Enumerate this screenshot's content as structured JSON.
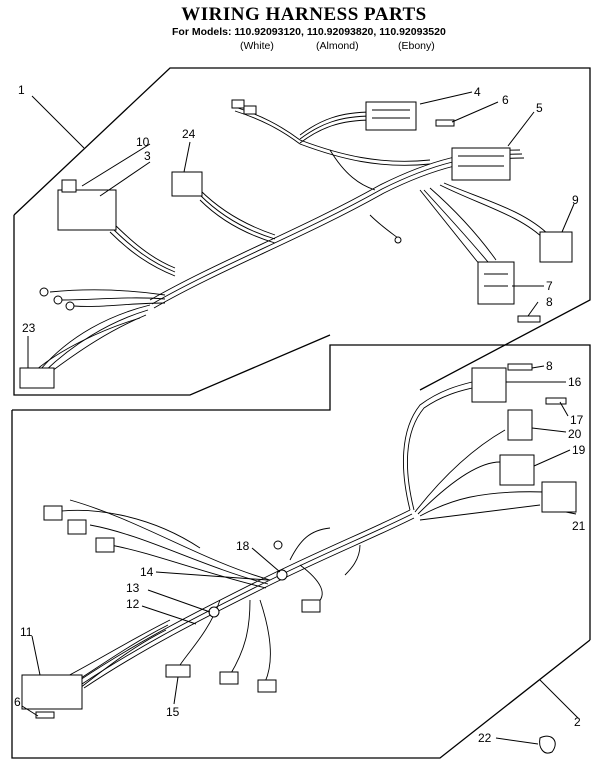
{
  "header": {
    "title": "WIRING HARNESS PARTS",
    "models": "For Models: 110.92093120, 110.92093820, 110.92093520",
    "finishes": [
      "(White)",
      "(Almond)",
      "(Ebony)"
    ]
  },
  "callouts": [
    {
      "id": "c1",
      "text": "1"
    },
    {
      "id": "c2",
      "text": "2"
    },
    {
      "id": "c3",
      "text": "3"
    },
    {
      "id": "c4",
      "text": "4"
    },
    {
      "id": "c5",
      "text": "5"
    },
    {
      "id": "c6a",
      "text": "6"
    },
    {
      "id": "c6b",
      "text": "6"
    },
    {
      "id": "c7",
      "text": "7"
    },
    {
      "id": "c8a",
      "text": "8"
    },
    {
      "id": "c8b",
      "text": "8"
    },
    {
      "id": "c9",
      "text": "9"
    },
    {
      "id": "c10",
      "text": "10"
    },
    {
      "id": "c11",
      "text": "11"
    },
    {
      "id": "c12",
      "text": "12"
    },
    {
      "id": "c13",
      "text": "13"
    },
    {
      "id": "c14",
      "text": "14"
    },
    {
      "id": "c15",
      "text": "15"
    },
    {
      "id": "c16",
      "text": "16"
    },
    {
      "id": "c17",
      "text": "17"
    },
    {
      "id": "c18",
      "text": "18"
    },
    {
      "id": "c19",
      "text": "19"
    },
    {
      "id": "c20",
      "text": "20"
    },
    {
      "id": "c21",
      "text": "21"
    },
    {
      "id": "c22",
      "text": "22"
    },
    {
      "id": "c23",
      "text": "23"
    },
    {
      "id": "c24",
      "text": "24"
    }
  ]
}
